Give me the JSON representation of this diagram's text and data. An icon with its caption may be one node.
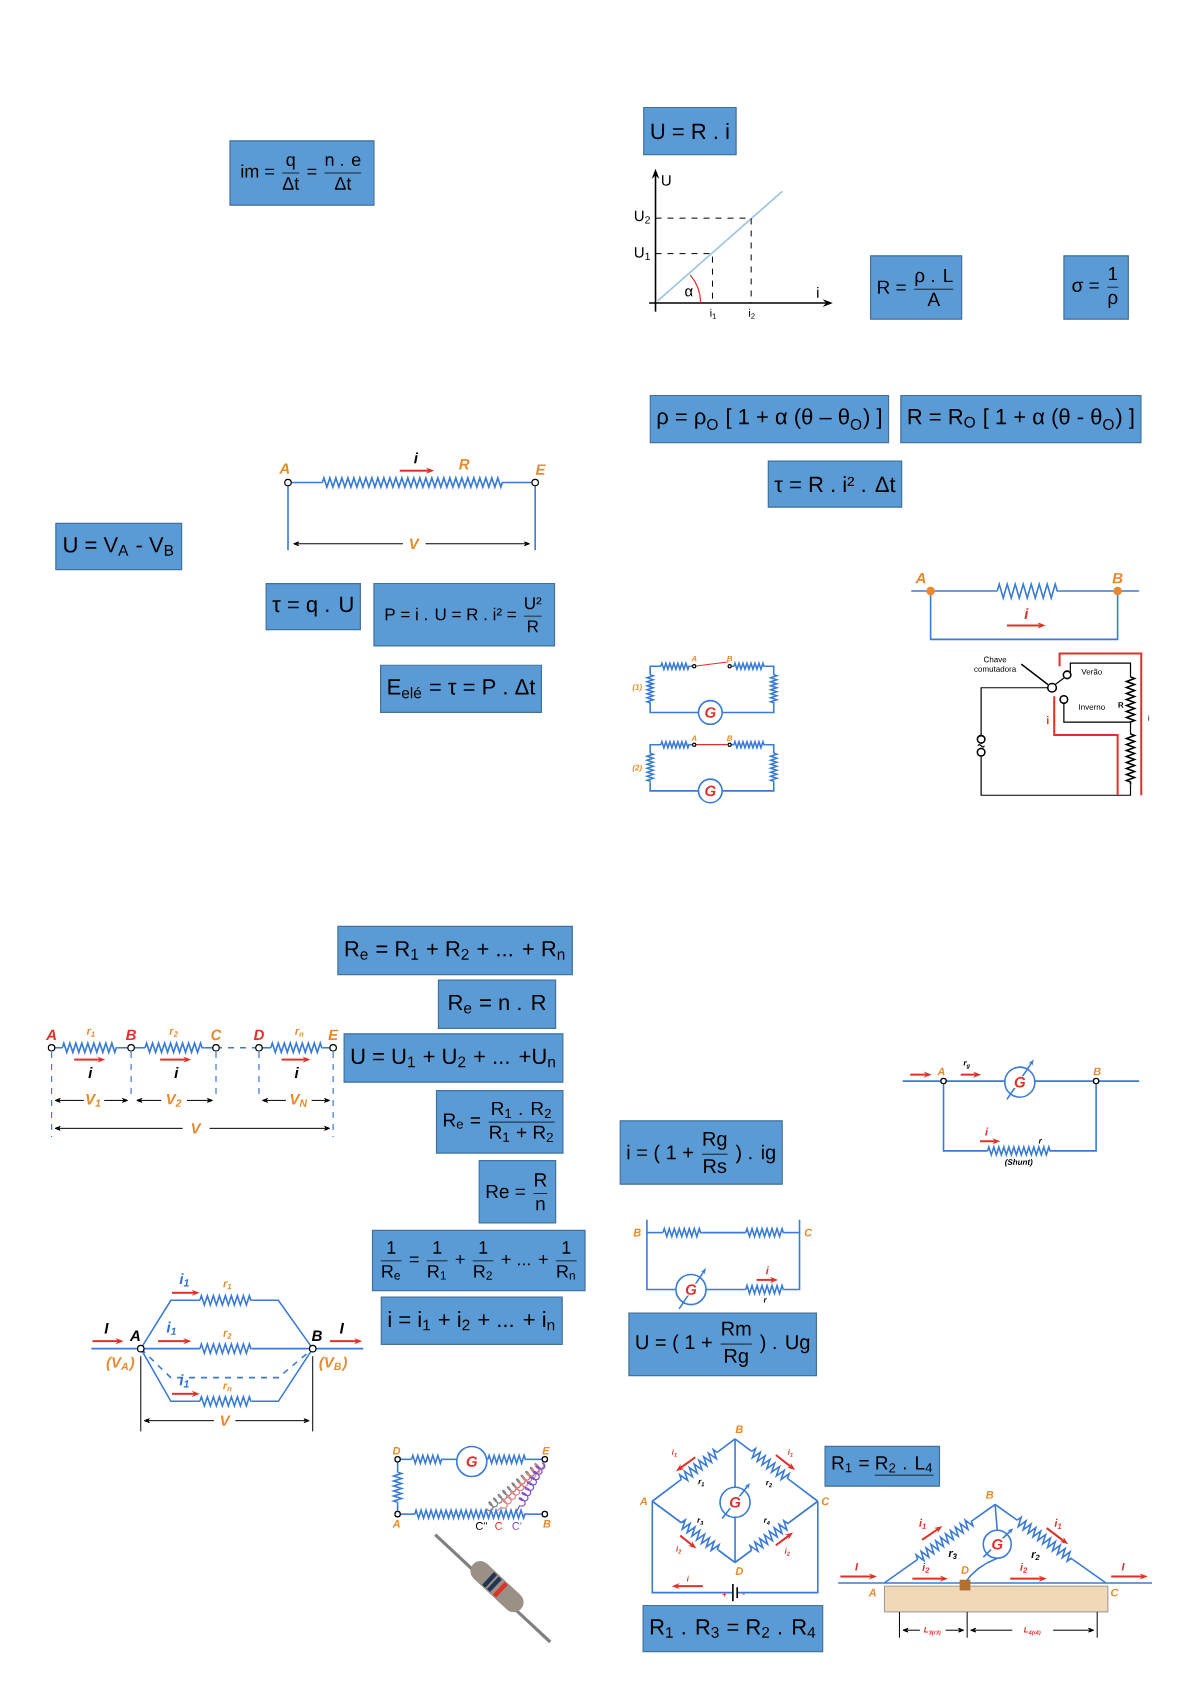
{
  "diagram": {
    "nodes": [
      {
        "text": [
          "\\text{im = }\\frac{\\text{q}}{\\text{Δt}}\\text{ = }\\frac{\\text{n . e}}{\\text{Δt}}"
        ]
      },
      {
        "text": [
          "\\text{U = R . i}"
        ]
      },
      {
        "text": [
          "\\text{R = }\\frac{\\text{ρ . L}}{\\text{A}}"
        ]
      },
      {
        "text": [
          "\\text{σ = }\\frac{\\text{1}}{\\text{ρ}}"
        ]
      },
      {
        "text": [
          "\\text{ρ = ρ}_{\\text{O}}\\text{ [ 1 + α (θ – θ}_{\\text{O}}\\text{) ]}"
        ]
      },
      {
        "text": [
          "\\text{R = R}_{\\text{O}}\\text{ [ 1 + α (θ - θ}_{\\text{O}}\\text{) ]}"
        ]
      },
      {
        "text": [
          "\\text{τ = R . i² . Δt}"
        ]
      },
      {
        "text": [
          "\\text{U = V}_{\\text{A}}\\text{ - V}_{\\text{B}}"
        ]
      },
      {
        "text": [
          "\\text{τ = q . U}"
        ]
      },
      {
        "text": [
          "\\text{P = i . U = R . i² = }\\frac{\\text{U²}}{\\text{R}}"
        ]
      },
      {
        "text": [
          "\\text{E}_{\\text{elé}}\\text{ = τ = P . Δt}"
        ]
      },
      {
        "text": [
          "\\text{R}_{\\text{e}}\\text{ = R}_{\\text{1}}\\text{ + R}_{\\text{2}}\\text{ + ... + R}_{\\text{n}}"
        ]
      },
      {
        "text": [
          "\\text{R}_{\\text{e}}\\text{ = n . R}"
        ]
      },
      {
        "text": [
          "\\text{U = U}_{\\text{1}}\\text{ + U}_{\\text{2}}\\text{ + ... +U}_{\\text{n}}"
        ]
      },
      {
        "text": [
          "\\text{R}_{\\text{e}}\\text{ = }\\frac{\\text{R}_{\\text{1}}\\text{ . R}_{\\text{2}}}{\\text{R}_{\\text{1}}\\text{ + R}_{\\text{2}}}"
        ]
      },
      {
        "text": [
          "\\text{Re = }\\frac{\\text{R}}{\\text{n}}"
        ]
      },
      {
        "text": [
          "\\frac{\\text{1}}{\\text{R}_{\\text{e}}}\\text{ = }\\frac{\\text{1}}{\\text{R}_{\\text{1}}}\\text{ + }\\frac{\\text{1}}{\\text{R}_{\\text{2}}}\\text{ + ... + }\\frac{\\text{1}}{\\text{R}_{\\text{n}}}"
        ]
      },
      {
        "text": [
          "\\text{i = i}_{\\text{1}}\\text{ + i}_{\\text{2}}\\text{ + ... + i}_{\\text{n}}"
        ]
      },
      {
        "text": [
          "\\text{i = ( 1 + }\\frac{\\text{Rg}}{\\text{Rs}}\\text{ ) . ig}"
        ]
      },
      {
        "text": [
          "\\text{U = ( 1 + }\\frac{\\text{Rm}}{\\text{Rg}}\\text{ ) . Ug}"
        ]
      },
      {
        "text": [
          "\\text{R}_{\\text{1}}\\text{ = }\\underline{\\text{R}_{\\text{2}}\\text{ . L}_{\\text{4}}}"
        ]
      },
      {
        "text": [
          "\\text{R}_{\\text{1}}\\text{ . R}_{\\text{3}}\\text{ = R}_{\\text{2}}\\text{ . R}_{\\text{4}}"
        ]
      },
      {
        "text": [
          "Chave comutadora"
        ]
      },
      {
        "text": [],
        "shape": "circle"
      }
    ],
    "edges": [
      {
        "from": 22,
        "to": 23,
        "arrow": "none"
      }
    ],
    "labels": [
      "A",
      "i",
      "R",
      "E",
      "V",
      "U",
      "U$_{2}$",
      "U$_{1}$",
      "α",
      "i",
      "i$_{1}$",
      "i$_{2}$",
      "A",
      "B",
      "i",
      "A",
      "B",
      "(1)",
      "G",
      "A",
      "B",
      "(2)",
      "G",
      "Verão",
      "Inverno",
      "R",
      "i",
      "i",
      "A",
      "r$_{1}$",
      "B",
      "r$_{2}$",
      "C",
      "D",
      "r$_{n}$",
      "E",
      "i",
      "i",
      "i",
      "V$_{1}$",
      "V$_{2}$",
      "V$_{N}$",
      "V",
      "i$_{1}$",
      "r$_{1}$",
      "I",
      "A",
      "i$_{1}$",
      "r$_{2}$",
      "B",
      "I",
      "(V$_{A}$)",
      "(V$_{B}$)",
      "i$_{1}$",
      "r$_{n}$",
      "V",
      "D",
      "G",
      "E",
      "A",
      "C''",
      "C",
      "C'",
      "B",
      "A",
      "r$_{g}$",
      "G",
      "B",
      "i",
      "r",
      "(Shunt)",
      "B",
      "C",
      "G",
      "i",
      "r",
      "B",
      "i$_{1}$",
      "r$_{1}$",
      "i$_{1}$",
      "r$_{2}$",
      "A",
      "G",
      "C",
      "r$_{3}$",
      "r$_{4}$",
      "i$_{2}$",
      "i$_{2}$",
      "D",
      "i",
      "+",
      "-",
      "B",
      "i$_{1}$",
      "i$_{1}$",
      "G",
      "r$_{3}$",
      "r$_{2}$",
      "I",
      "i$_{2}$",
      "D",
      "i$_{2}$",
      "I",
      "A",
      "C",
      "L$_{3(r3)}$",
      "L$_{4(r4)}$"
    ]
  }
}
